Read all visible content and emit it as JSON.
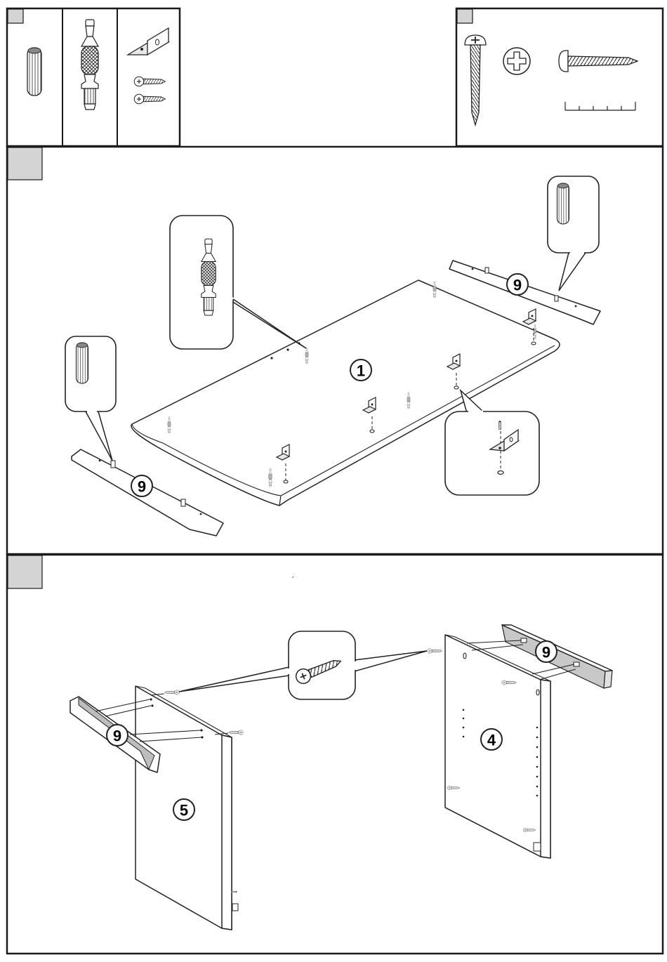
{
  "colors": {
    "ink": "#1a1a1a",
    "step_tab": "#d4d4d4",
    "paper": "#ffffff"
  },
  "hardware_panel": {
    "items": [
      {
        "icon": "wooden-dowel-icon"
      },
      {
        "icon": "cam-bolt-icon"
      },
      {
        "icon": "l-bracket-with-screws-icon"
      }
    ]
  },
  "tool_panel": {
    "icons": [
      "pan-head-screw-icon",
      "phillips-screwdriver-icon",
      "screw-length-icon",
      "measuring-scale-icon"
    ]
  },
  "step1": {
    "panel_1_label": "1",
    "rail_left_label": "9",
    "rail_right_label": "9",
    "callouts": [
      "cam-bolt-callout",
      "dowel-callout-right",
      "dowel-callout-left",
      "bracket-callout"
    ]
  },
  "step2": {
    "panel_4_label": "4",
    "panel_5_label": "5",
    "rail_left_label": "9",
    "rail_right_label": "9",
    "callouts": [
      "screw-callout"
    ],
    "stray_mark": "ˊ"
  }
}
